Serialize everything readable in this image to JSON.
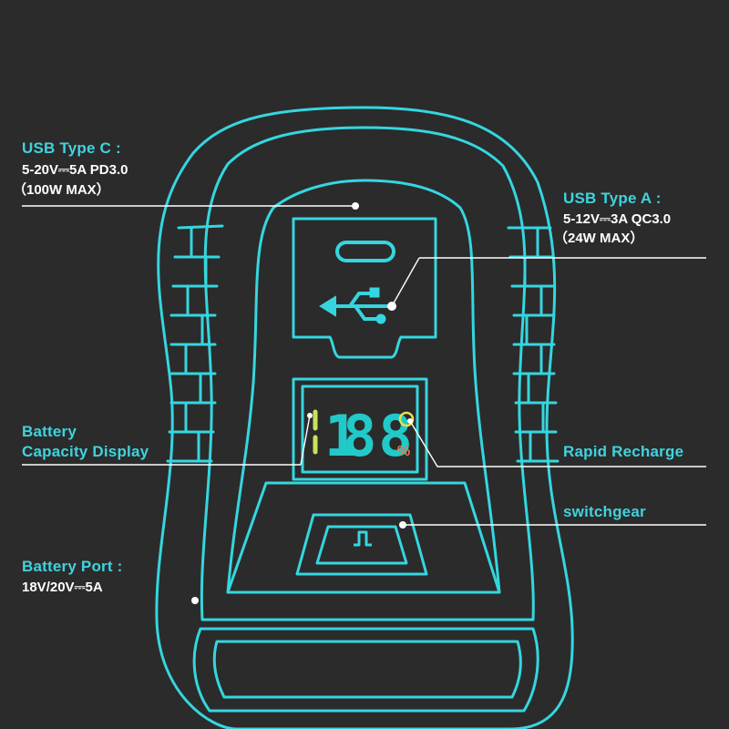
{
  "colors": {
    "background": "#2b2b2b",
    "outline": "#35d6df",
    "label": "#3fd3de",
    "spec_text": "#ffffff",
    "leader": "#ffffff",
    "display_digits": "#22c9c9",
    "display_bar": "#c8e35a",
    "recharge_icon": "#e7e04a"
  },
  "labels": {
    "usb_c": {
      "title": "USB Type C :",
      "line1": "5-20V⎓5A PD3.0",
      "line2": "（100W MAX）"
    },
    "usb_a": {
      "title": "USB Type A :",
      "line1": "5-12V⎓3A QC3.0",
      "line2": "（24W MAX）"
    },
    "battery_display": {
      "line1": "Battery",
      "line2": "Capacity Display"
    },
    "rapid_recharge": "Rapid Recharge",
    "switchgear": "switchgear",
    "battery_port": {
      "title": "Battery Port :",
      "line1": "18V/20V⎓5A"
    }
  },
  "display": {
    "digits": "88",
    "lead_digit": "1",
    "percent": "%"
  },
  "icons": {
    "usb_c_port": "usb-c-port-icon",
    "usb_a_symbol": "usb-symbol-icon",
    "power_switch": "power-switch-icon",
    "recharge": "rapid-recharge-icon"
  }
}
